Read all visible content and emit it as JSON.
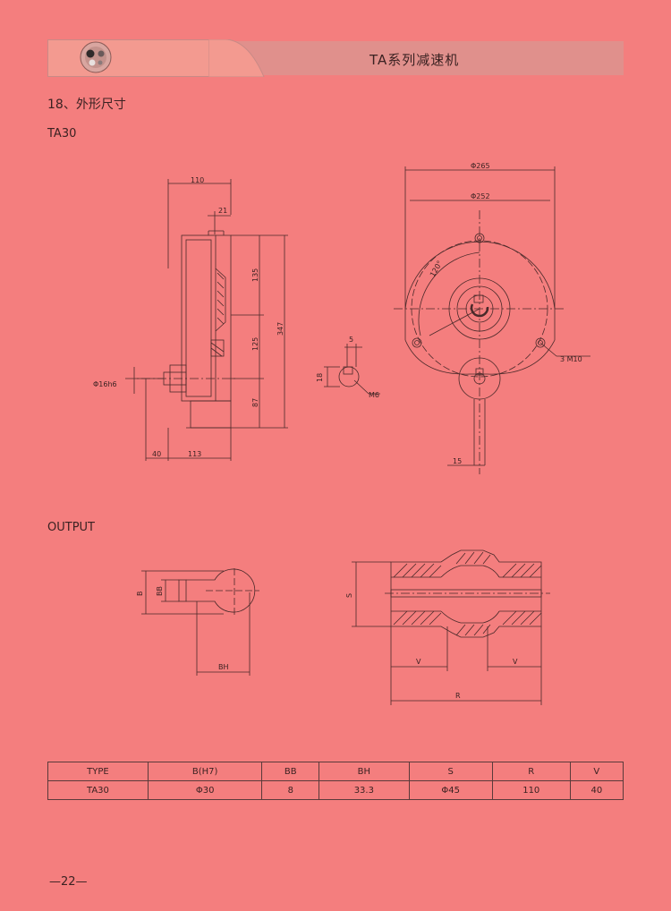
{
  "header": {
    "title": "TA系列减速机"
  },
  "section": {
    "title": "18、外形尺寸",
    "model": "TA30"
  },
  "side_view": {
    "dim_top": "110",
    "dim_21": "21",
    "dim_135": "135",
    "dim_125": "125",
    "dim_87": "87",
    "dim_347": "347",
    "shaft": "Φ16h6",
    "dim_40": "40",
    "dim_113": "113"
  },
  "key_detail": {
    "dim_5": "5",
    "dim_18": "18",
    "thread": "M6"
  },
  "front_view": {
    "outer_dia": "Φ265",
    "pcd": "Φ252",
    "angle": "120°",
    "holes": "3 M10",
    "dim_15": "15"
  },
  "output": {
    "label": "OUTPUT",
    "dim_b": "B",
    "dim_bb": "BB",
    "dim_bh": "BH",
    "dim_s": "S",
    "dim_v": "V",
    "dim_r": "R"
  },
  "table": {
    "headers": [
      "TYPE",
      "B(H7)",
      "BB",
      "BH",
      "S",
      "R",
      "V"
    ],
    "rows": [
      [
        "TA30",
        "Φ30",
        "8",
        "33.3",
        "Φ45",
        "110",
        "40"
      ]
    ]
  },
  "footer": {
    "page": "—22—"
  }
}
